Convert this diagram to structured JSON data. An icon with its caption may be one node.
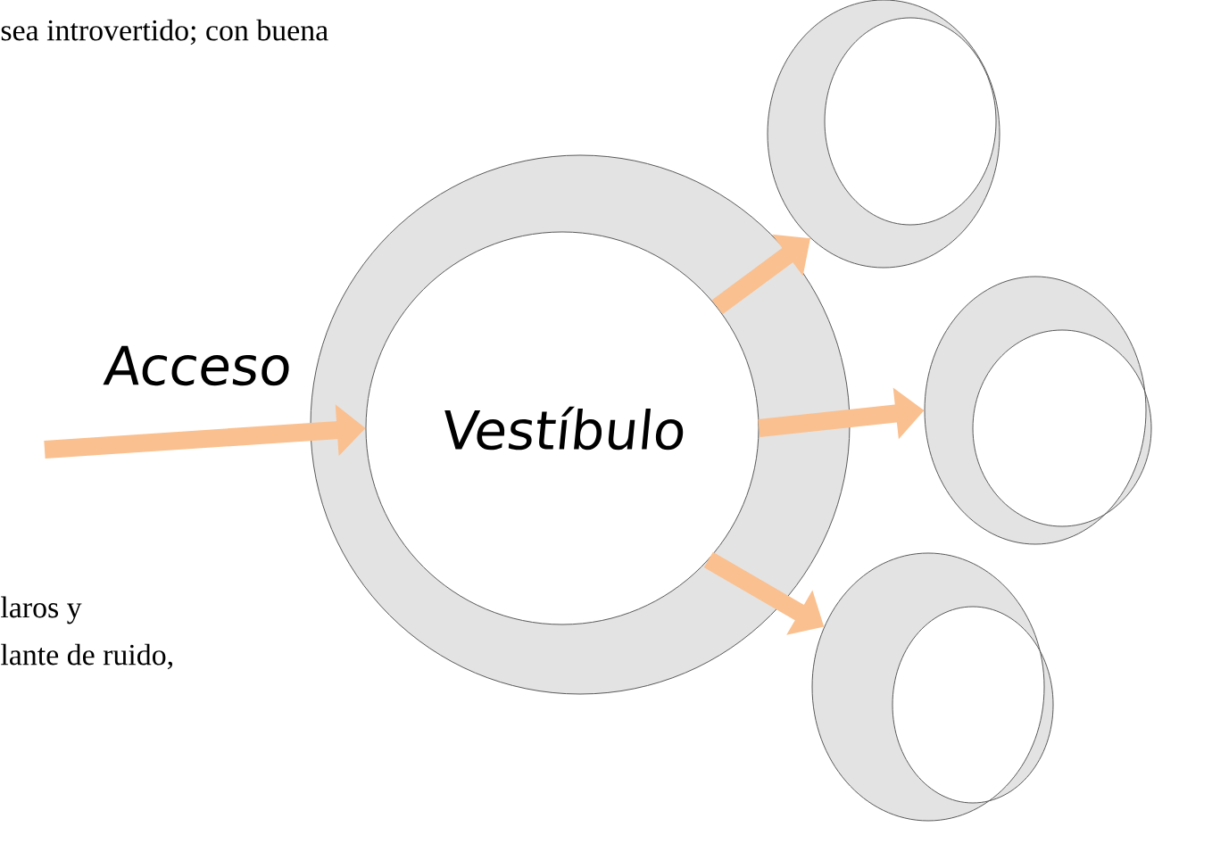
{
  "diagram": {
    "nodes": [
      {
        "text": [
          "Vestíbulo"
        ]
      },
      {
        "text": [],
        "shape": "circle"
      },
      {
        "text": [],
        "shape": "circle"
      },
      {
        "text": [],
        "shape": "circle"
      }
    ],
    "edges": [
      {
        "from": null,
        "to": 0,
        "arrow": "to",
        "label": "Acceso"
      },
      {
        "from": 0,
        "to": 1,
        "arrow": "to"
      },
      {
        "from": 0,
        "to": 2,
        "arrow": "to"
      },
      {
        "from": 0,
        "to": 3,
        "arrow": "to"
      }
    ],
    "labels": [
      "sea introvertido; con buena",
      "laros y",
      "lante de ruido,"
    ]
  }
}
